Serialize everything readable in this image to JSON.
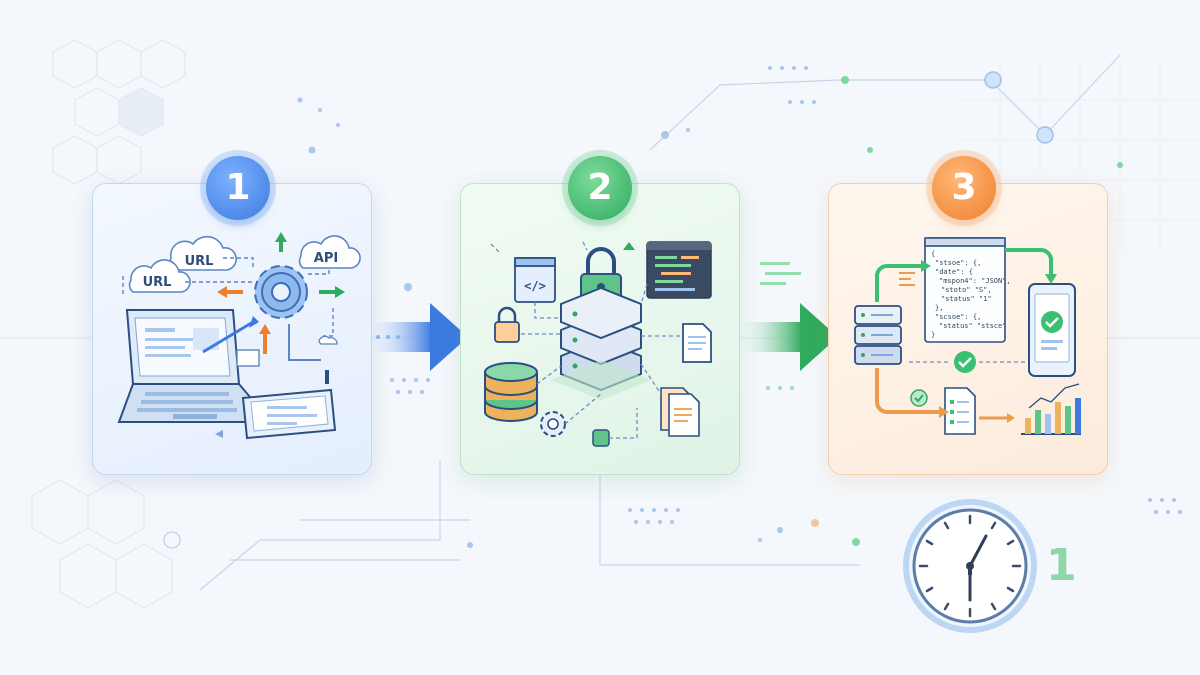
{
  "steps": [
    {
      "number": "1",
      "labels": {
        "url_top": "URL",
        "url_left": "URL",
        "api": "API"
      }
    },
    {
      "number": "2"
    },
    {
      "number": "3",
      "code_lines": [
        "{",
        "\"stsoe\": {,",
        "\"date\": {",
        "\"mspon4\": \"JSON\",",
        "\"stoto\" \"S\",",
        "\"status\" \"1\"",
        "},",
        "\"scsoe\": {,",
        "\"status\" \"stsce\"",
        "}"
      ]
    }
  ],
  "clock": {
    "number": "1"
  },
  "colors": {
    "blue": "#3b7be0",
    "green": "#2faa5e",
    "orange": "#ee7f2c",
    "navy": "#2f4d78"
  }
}
